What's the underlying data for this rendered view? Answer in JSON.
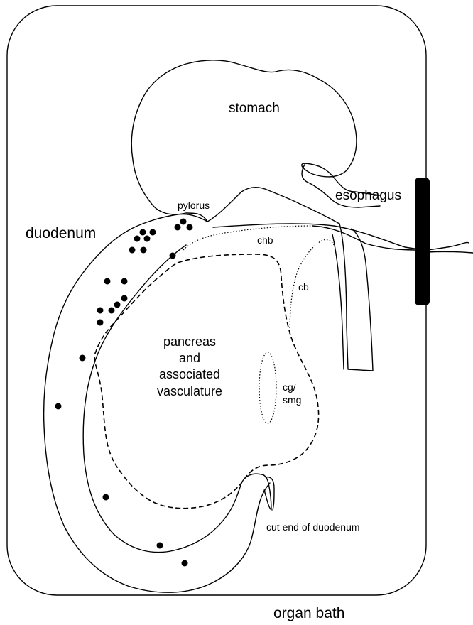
{
  "labels": {
    "stomach": "stomach",
    "esophagus": "esophagus",
    "pylorus": "pylorus",
    "duodenum": "duodenum",
    "chb": "chb",
    "cb": "cb",
    "pancreas_line1": "pancreas",
    "pancreas_line2": "and",
    "pancreas_line3": "associated",
    "pancreas_line4": "vasculature",
    "cg_line1": "cg/",
    "cg_line2": "smg",
    "cut_end": "cut end of duodenum",
    "organ_bath": "organ bath"
  },
  "colors": {
    "stroke": "#000000",
    "background": "#ffffff",
    "clamp": "#000000"
  }
}
